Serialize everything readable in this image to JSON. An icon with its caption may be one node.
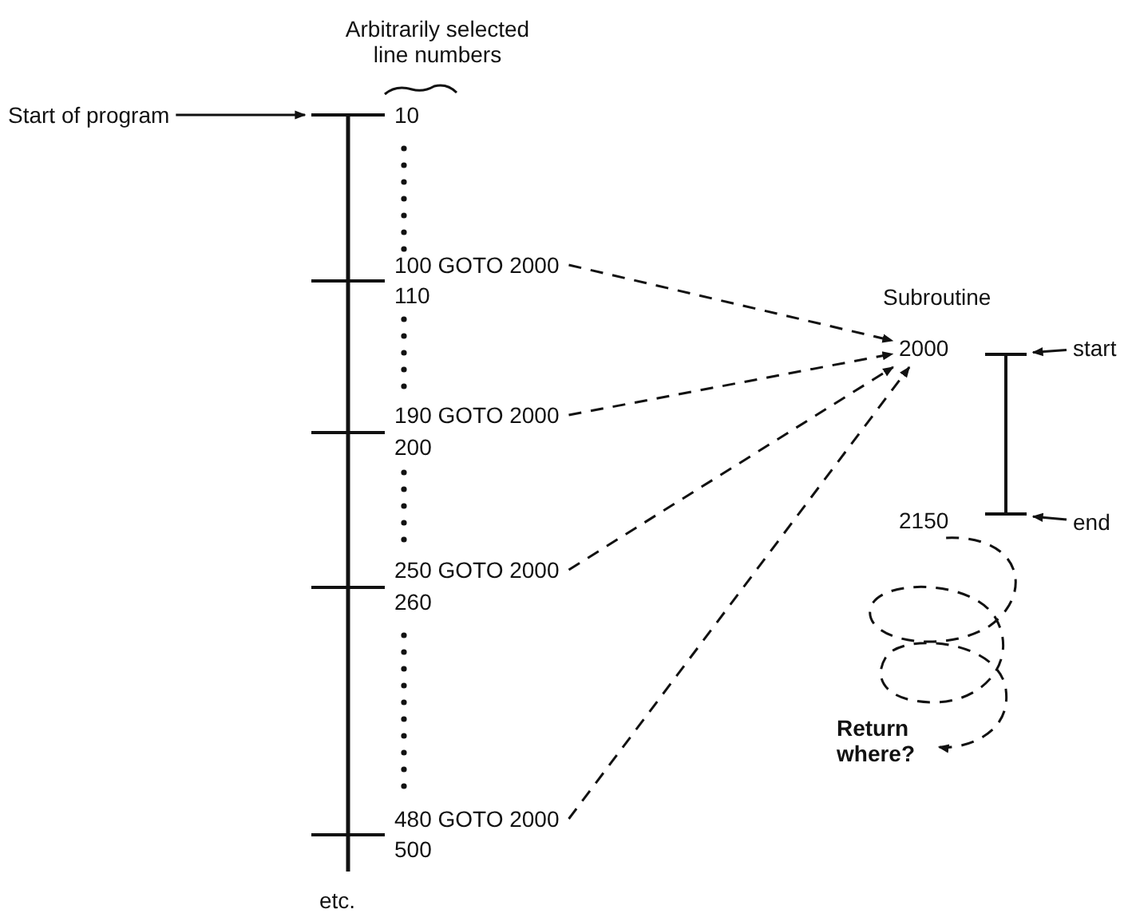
{
  "diagram": {
    "nodes": [
      {
        "text": [
          "Start of program"
        ]
      },
      {
        "text": [],
        "shape": "bar"
      },
      {
        "text": [
          "10"
        ]
      },
      {
        "text": [
          "100 GOTO 2000"
        ]
      },
      {
        "text": [
          "110"
        ]
      },
      {
        "text": [
          "190 GOTO 2000"
        ]
      },
      {
        "text": [
          "200"
        ]
      },
      {
        "text": [
          "250 GOTO 2000"
        ]
      },
      {
        "text": [
          "260"
        ]
      },
      {
        "text": [
          "480 GOTO 2000"
        ]
      },
      {
        "text": [
          "500"
        ]
      },
      {
        "text": [
          "2000"
        ]
      },
      {
        "text": [],
        "shape": "bar"
      },
      {
        "text": [
          "start"
        ]
      },
      {
        "text": [
          "2150"
        ]
      },
      {
        "text": [],
        "shape": "bar"
      },
      {
        "text": [
          "end"
        ]
      },
      {
        "text": [
          "Return where?"
        ]
      }
    ],
    "edges": [
      {
        "from": 0,
        "to": 1,
        "arrow": "to"
      },
      {
        "from": 3,
        "to": 11,
        "arrow": "to",
        "style": "dashed"
      },
      {
        "from": 5,
        "to": 11,
        "arrow": "to",
        "style": "dashed"
      },
      {
        "from": 7,
        "to": 11,
        "arrow": "to",
        "style": "dashed"
      },
      {
        "from": 9,
        "to": 11,
        "arrow": "to",
        "style": "dashed"
      },
      {
        "from": 13,
        "to": 12,
        "arrow": "to"
      },
      {
        "from": 12,
        "to": 15,
        "arrow": "none"
      },
      {
        "from": 16,
        "to": 15,
        "arrow": "to"
      },
      {
        "from": 14,
        "to": 17,
        "arrow": "to",
        "style": "dashed"
      }
    ],
    "labels": [
      "Arbitrarily selected line numbers",
      "Subroutine",
      "etc."
    ]
  }
}
